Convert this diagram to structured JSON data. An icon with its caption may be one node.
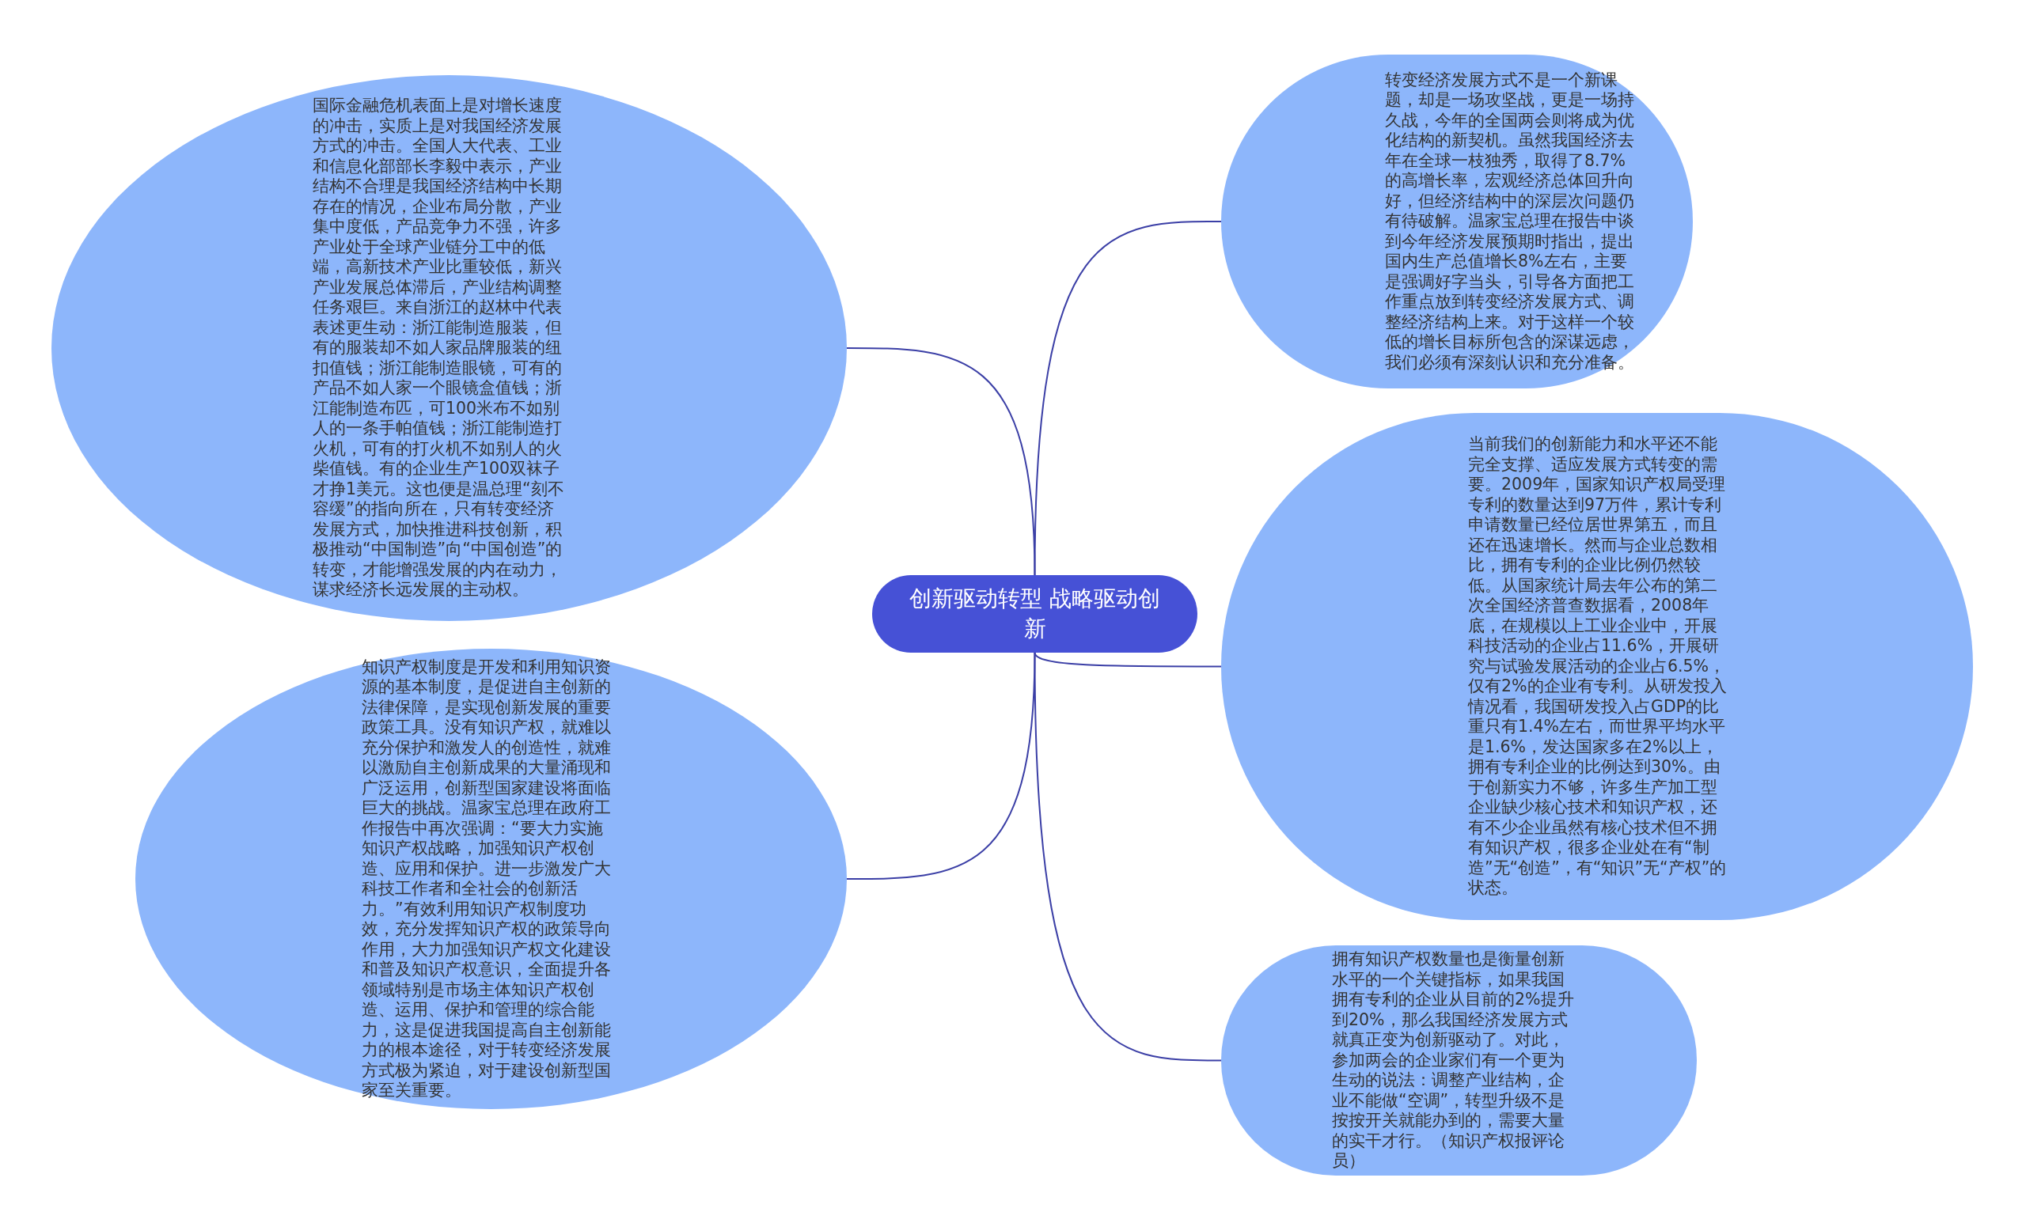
{
  "diagram": {
    "nodes": [
      {
        "text": [
          "创新驱动转型 战略驱动创新"
        ]
      },
      {
        "text": [
          "国际金融危机表面上是对增长速度的冲击，实质上是对我国经济发展方式的冲击。全国人大代表、工业和信息化部部长李毅中表示，产业结构不合理是我国经济结构中长期存在的情况，企业布局分散，产业集中度低，产品竞争力不强，许多产业处于全球产业链分工中的低端，高新技术产业比重较低，新兴产业发展总体滞后，产业结构调整任务艰巨。来自浙江的赵林中代表表述更生动：浙江能制造服装，但有的服装却不如人家品牌服装的纽扣值钱；浙江能制造眼镜，可有的产品不如人家一个眼镜盒值钱；浙江能制造布匹，可100米布不如别人的一条手帕值钱；浙江能制造打火机，可有的打火机不如别人的火柴值钱。有的企业生产100双袜子才挣1美元。这也便是温总理“刻不容缓”的指向所在，只有转变经济发展方式，加快推进科技创新，积极推动“中国制造”向“中国创造”的转变，才能增强发展的内在动力，谋求经济长远发展的主动权。"
        ]
      },
      {
        "text": [
          "知识产权制度是开发和利用知识资源的基本制度，是促进自主创新的法律保障，是实现创新发展的重要政策工具。没有知识产权，就难以充分保护和激发人的创造性，就难以激励自主创新成果的大量涌现和广泛运用，创新型国家建设将面临巨大的挑战。温家宝总理在政府工作报告中再次强调：“要大力实施知识产权战略，加强知识产权创造、应用和保护。进一步激发广大科技工作者和全社会的创新活力。”有效利用知识产权制度功效，充分发挥知识产权的政策导向作用，大力加强知识产权文化建设和普及知识产权意识，全面提升各领域特别是市场主体知识产权创造、运用、保护和管理的综合能力，这是促进我国提高自主创新能力的根本途径，对于转变经济发展方式极为紧迫，对于建设创新型国家至关重要。"
        ]
      },
      {
        "text": [
          "转变经济发展方式不是一个新课题，却是一场攻坚战，更是一场持久战，今年的全国两会则将成为优化结构的新契机。虽然我国经济去年在全球一枝独秀，取得了8.7%的高增长率，宏观经济总体回升向好，但经济结构中的深层次问题仍有待破解。温家宝总理在报告中谈到今年经济发展预期时指出，提出国内生产总值增长8%左右，主要是强调好字当头，引导各方面把工作重点放到转变经济发展方式、调整经济结构上来。对于这样一个较低的增长目标所包含的深谋远虑，我们必须有深刻认识和充分准备。"
        ]
      },
      {
        "text": [
          "当前我们的创新能力和水平还不能完全支撑、适应发展方式转变的需要。2009年，国家知识产权局受理专利的数量达到97万件，累计专利申请数量已经位居世界第五，而且还在迅速增长。然而与企业总数相比，拥有专利的企业比例仍然较低。从国家统计局去年公布的第二次全国经济普查数据看，2008年底，在规模以上工业企业中，开展科技活动的企业占11.6%，开展研究与试验发展活动的企业占6.5%，仅有2%的企业有专利。从研发投入情况看，我国研发投入占GDP的比重只有1.4%左右，而世界平均水平是1.6%，发达国家多在2%以上，拥有专利企业的比例达到30%。由于创新实力不够，许多生产加工型企业缺少核心技术和知识产权，还有不少企业虽然有核心技术但不拥有知识产权，很多企业处在有“制造”无“创造”，有“知识”无“产权”的状态。"
        ]
      },
      {
        "text": [
          "拥有知识产权数量也是衡量创新水平的一个关键指标，如果我国拥有专利的企业从目前的2%提升到20%，那么我国经济发展方式就真正变为创新驱动了。对此，参加两会的企业家们有一个更为生动的说法：调整产业结构，企业不能做“空调”，转型升级不是按按开关就能办到的，需要大量的实干才行。（知识产权报评论员）"
        ]
      }
    ],
    "edges": [
      {
        "from": 0,
        "to": 1,
        "arrow": "none"
      },
      {
        "from": 0,
        "to": 2,
        "arrow": "none"
      },
      {
        "from": 0,
        "to": 3,
        "arrow": "none"
      },
      {
        "from": 0,
        "to": 4,
        "arrow": "none"
      },
      {
        "from": 0,
        "to": 5,
        "arrow": "none"
      }
    ]
  }
}
